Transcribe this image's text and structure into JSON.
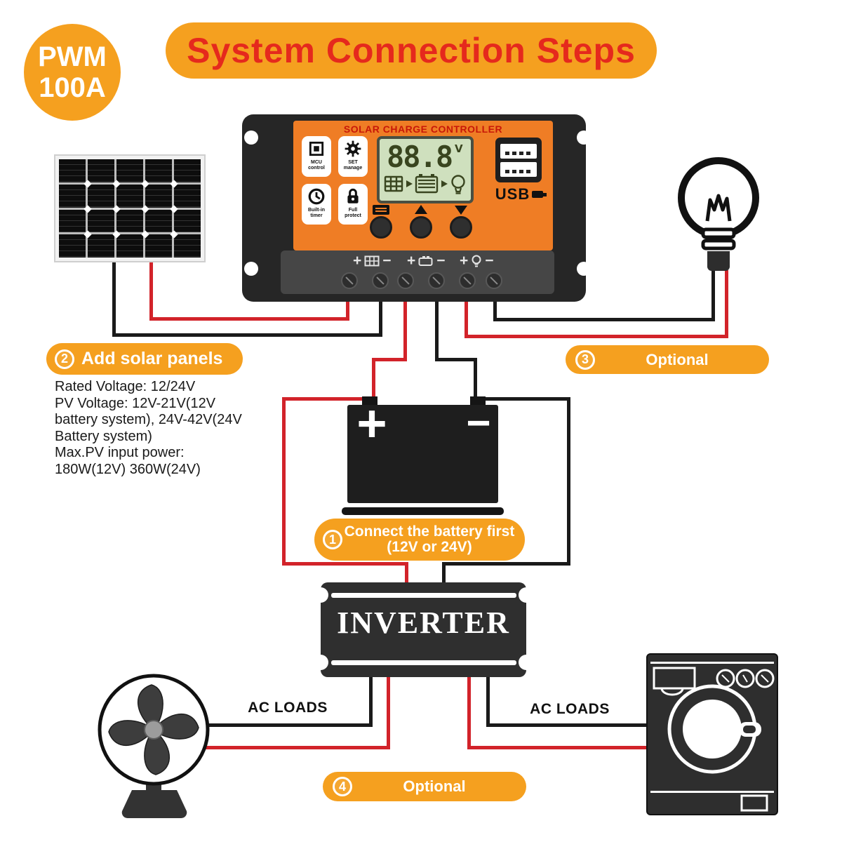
{
  "colors": {
    "orange": "#F5A01F",
    "controller_orange": "#EF7D25",
    "title_red": "#E5291D",
    "wire_red": "#D2232A",
    "wire_black": "#1A1A1A",
    "lcd_green": "#CFE0BE"
  },
  "pwm_badge": {
    "line1": "PWM",
    "line2": "100A"
  },
  "title": "System Connection Steps",
  "controller": {
    "title": "SOLAR CHARGE CONTROLLER",
    "function_keys": [
      {
        "line1": "MCU",
        "line2": "control"
      },
      {
        "line1": "SET",
        "line2": "manage"
      },
      {
        "line1": "Built-in",
        "line2": "timer"
      },
      {
        "line1": "Full",
        "line2": "protect"
      }
    ],
    "lcd": {
      "value": "88.8",
      "unit": "V"
    },
    "usb_label": "USB",
    "terminal_plus": "+",
    "terminal_minus": "−"
  },
  "steps": {
    "step1": {
      "num": "1",
      "line1": "Connect the battery first",
      "line2": "(12V or 24V)"
    },
    "step2": {
      "num": "2",
      "label": "Add solar panels"
    },
    "step3": {
      "num": "3",
      "label": "Optional"
    },
    "step4": {
      "num": "4",
      "label": "Optional"
    }
  },
  "specs": {
    "lines": [
      "Rated Voltage: 12/24V",
      "PV Voltage: 12V-21V(12V",
      "battery system), 24V-42V(24V",
      "Battery system)",
      "Max.PV input power:",
      "180W(12V)  360W(24V)"
    ]
  },
  "battery": {
    "plus": "+",
    "minus": "−"
  },
  "inverter": {
    "label": "INVERTER"
  },
  "ac_loads": {
    "left": "AC LOADS",
    "right": "AC LOADS"
  }
}
